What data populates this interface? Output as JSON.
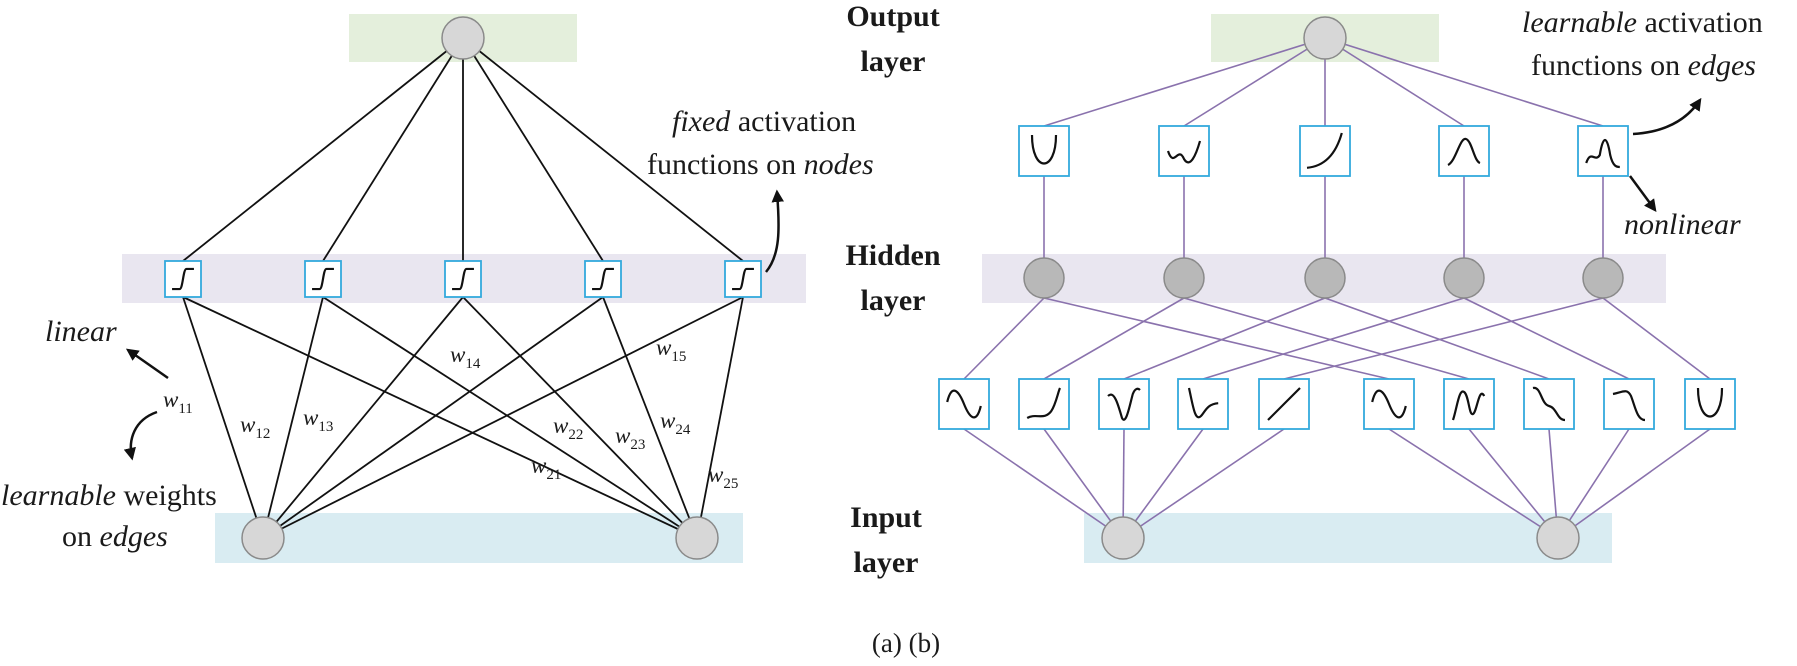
{
  "colors": {
    "output_band": "#e4efdc",
    "hidden_band": "#e9e6f0",
    "input_band": "#d9ecf2",
    "node_fill": "#d7d7d7",
    "hidden_node_fill_b": "#b8b8b8",
    "node_stroke": "#8a8a8a",
    "box_stroke": "#33a9dc",
    "edge_a": "#111111",
    "edge_b": "#8a72ad"
  },
  "layer_labels": {
    "output": [
      "Output",
      "layer"
    ],
    "hidden": [
      "Hidden",
      "layer"
    ],
    "input": [
      "Input",
      "layer"
    ]
  },
  "panel_a": {
    "annotation_fixed": {
      "em1": "fixed",
      "rest1": " activation",
      "line2": "functions on ",
      "em2": "nodes"
    },
    "annotation_linear": "linear",
    "annotation_learnable": {
      "em1": "learnable",
      "rest1": " weights",
      "line2": "on ",
      "em2": "edges"
    },
    "activation_icon": "sigmoid-icon",
    "weights": [
      {
        "base": "w",
        "sub": "11"
      },
      {
        "base": "w",
        "sub": "12"
      },
      {
        "base": "w",
        "sub": "13"
      },
      {
        "base": "w",
        "sub": "14"
      },
      {
        "base": "w",
        "sub": "15"
      },
      {
        "base": "w",
        "sub": "21"
      },
      {
        "base": "w",
        "sub": "22"
      },
      {
        "base": "w",
        "sub": "23"
      },
      {
        "base": "w",
        "sub": "24"
      },
      {
        "base": "w",
        "sub": "25"
      }
    ]
  },
  "panel_b": {
    "annotation_learnable": {
      "em1": "learnable",
      "rest1": " activation",
      "line2": "functions on ",
      "em2": "edges"
    },
    "annotation_nonlinear": "nonlinear",
    "top_icons": [
      "u-shape-icon",
      "wiggle-icon",
      "convex-rise-icon",
      "bump-icon",
      "peak-icon"
    ],
    "bottom_icons": [
      "sine-icon",
      "s-rise-icon",
      "dip-icon",
      "drop-recover-icon",
      "line-icon",
      "sine-icon",
      "double-peak-icon",
      "step-down-icon",
      "bell-down-icon",
      "u-shape-icon"
    ]
  },
  "caption": "(a) (b)"
}
